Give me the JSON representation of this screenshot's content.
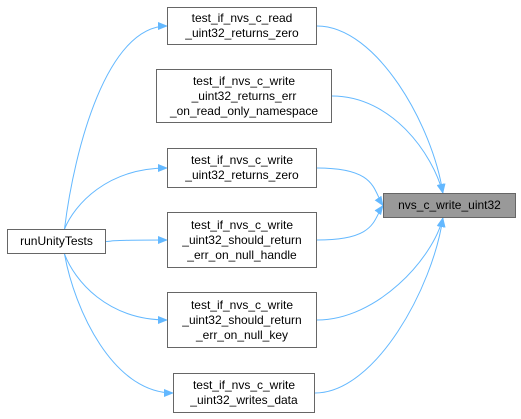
{
  "diagram": {
    "edge_color": "#63b8ff",
    "target": {
      "id": "target",
      "lines": [
        "nvs_c_write_uint32"
      ]
    },
    "root": {
      "id": "runner",
      "lines": [
        "runUnityTests"
      ]
    },
    "callers": [
      {
        "id": "c1",
        "lines": [
          "test_if_nvs_c_read",
          "_uint32_returns_zero"
        ]
      },
      {
        "id": "c2",
        "lines": [
          "test_if_nvs_c_write",
          "_uint32_returns_err",
          "_on_read_only_namespace"
        ]
      },
      {
        "id": "c3",
        "lines": [
          "test_if_nvs_c_write",
          "_uint32_returns_zero"
        ]
      },
      {
        "id": "c4",
        "lines": [
          "test_if_nvs_c_write",
          "_uint32_should_return",
          "_err_on_null_handle"
        ]
      },
      {
        "id": "c5",
        "lines": [
          "test_if_nvs_c_write",
          "_uint32_should_return",
          "_err_on_null_key"
        ]
      },
      {
        "id": "c6",
        "lines": [
          "test_if_nvs_c_write",
          "_uint32_writes_data"
        ]
      }
    ],
    "edges": [
      [
        "c1",
        "target"
      ],
      [
        "c2",
        "target"
      ],
      [
        "c3",
        "target"
      ],
      [
        "c4",
        "target"
      ],
      [
        "c5",
        "target"
      ],
      [
        "c6",
        "target"
      ],
      [
        "runner",
        "c1"
      ],
      [
        "runner",
        "c3"
      ],
      [
        "runner",
        "c4"
      ],
      [
        "runner",
        "c5"
      ],
      [
        "runner",
        "c6"
      ]
    ]
  }
}
